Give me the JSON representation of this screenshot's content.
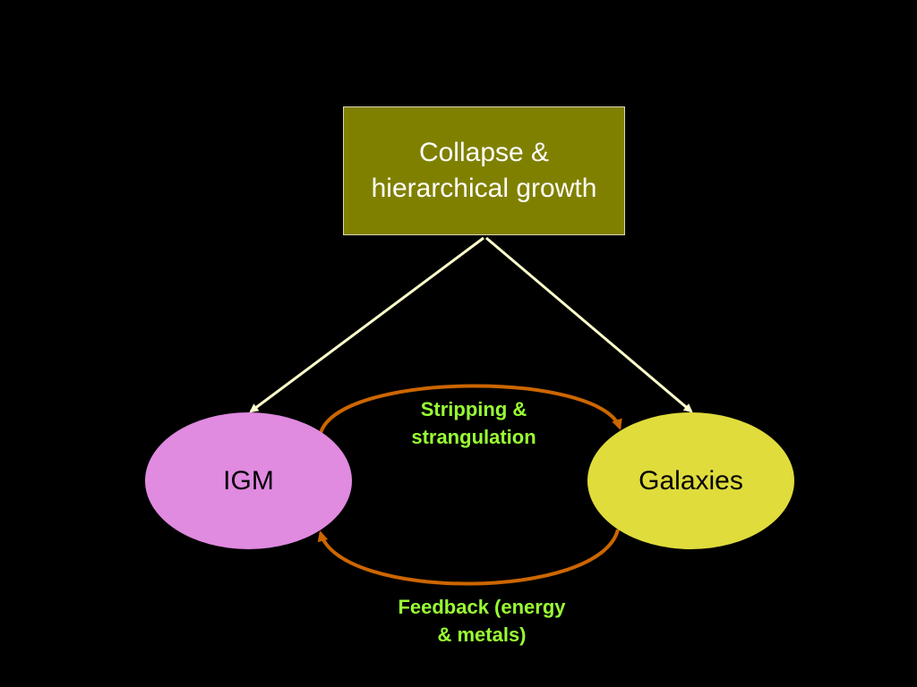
{
  "top_box": {
    "line1": "Collapse &",
    "line2": "hierarchical growth",
    "fill": "#808000"
  },
  "nodes": {
    "igm": {
      "label": "IGM",
      "fill": "#e08ae0"
    },
    "galaxies": {
      "label": "Galaxies",
      "fill": "#e0dc3c"
    }
  },
  "cycle_labels": {
    "stripping": {
      "line1": "Stripping &",
      "line2": "strangulation"
    },
    "feedback": {
      "line1": "Feedback (energy",
      "line2": "& metals)"
    },
    "color": "#99ff33"
  },
  "colors": {
    "background": "#000000",
    "down_arrow": "#ffffcc",
    "cycle_arrow": "#cc6600"
  }
}
